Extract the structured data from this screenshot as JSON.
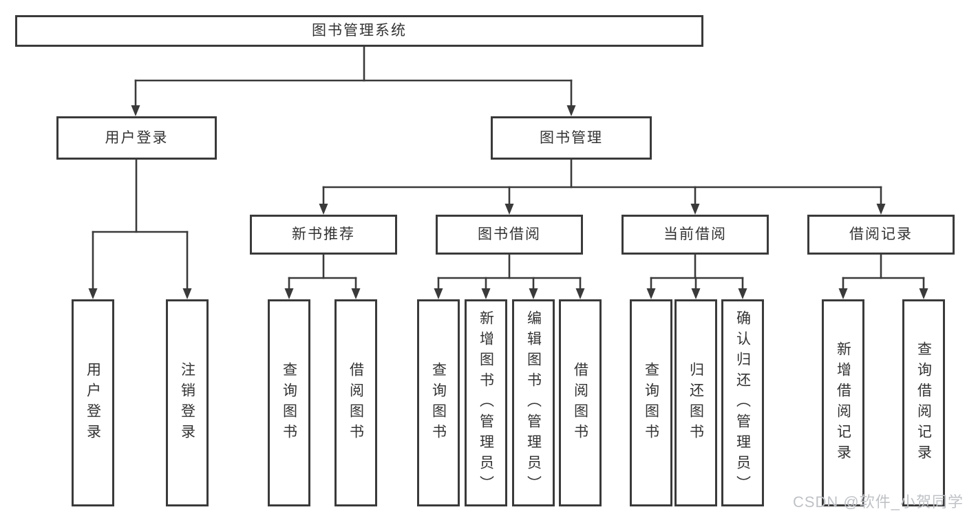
{
  "diagram": {
    "tree": {
      "label": "图书管理系统",
      "children": [
        {
          "label": "用户登录",
          "children": [
            {
              "label": "用户登录"
            },
            {
              "label": "注销登录"
            }
          ]
        },
        {
          "label": "图书管理",
          "children": [
            {
              "label": "新书推荐",
              "children": [
                {
                  "label": "查询图书"
                },
                {
                  "label": "借阅图书"
                }
              ]
            },
            {
              "label": "图书借阅",
              "children": [
                {
                  "label": "查询图书"
                },
                {
                  "label": "新增图书（管理员）"
                },
                {
                  "label": "编辑图书（管理员）"
                },
                {
                  "label": "借阅图书"
                }
              ]
            },
            {
              "label": "当前借阅",
              "children": [
                {
                  "label": "查询图书"
                },
                {
                  "label": "归还图书"
                },
                {
                  "label": "确认归还（管理员）"
                }
              ]
            },
            {
              "label": "借阅记录",
              "children": [
                {
                  "label": "新增借阅记录"
                },
                {
                  "label": "查询借阅记录"
                }
              ]
            }
          ]
        }
      ]
    },
    "watermark": {
      "text": "CSDN @软件_小贺同学"
    },
    "colors": {
      "line": "#3a3a3a",
      "text": "#333333",
      "watermark": "#bfc2c6",
      "bg": "#ffffff"
    }
  }
}
